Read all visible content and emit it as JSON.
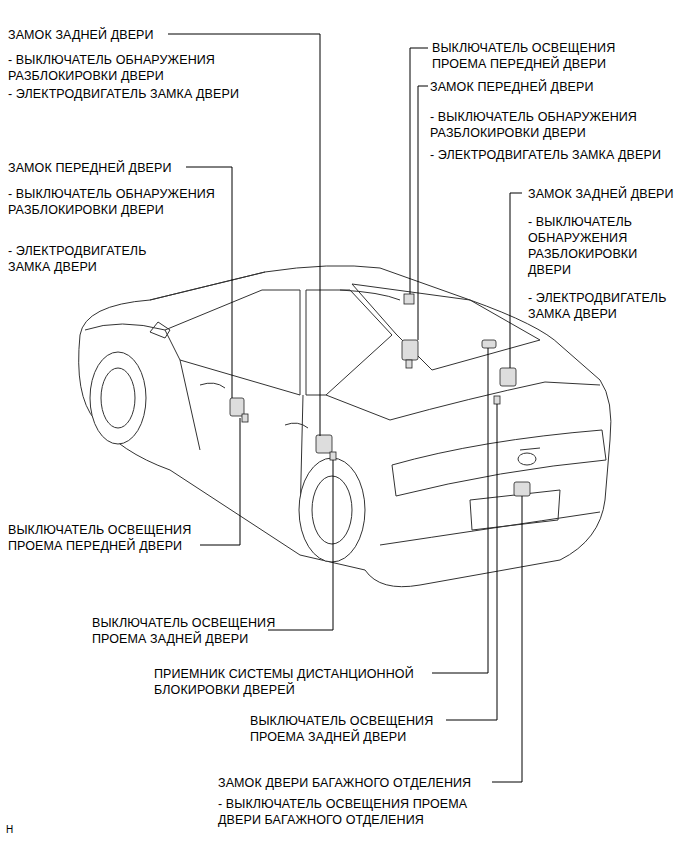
{
  "diagram": {
    "labels": [
      "ЗАМОК ЗАДНЕЙ ДВЕРИ",
      "- ВЫКЛЮЧАТЕЛЬ ОБНАРУЖЕНИЯ РАЗБЛОКИРОВКИ ДВЕРИ",
      "- ЭЛЕКТРОДВИГАТЕЛЬ ЗАМКА ДВЕРИ",
      "ВЫКЛЮЧАТЕЛЬ ОСВЕЩЕНИЯ ПРОЕМА ПЕРЕДНЕЙ ДВЕРИ",
      "ЗАМОК ПЕРЕДНЕЙ ДВЕРИ",
      "- ВЫКЛЮЧАТЕЛЬ ОБНАРУЖЕНИЯ РАЗБЛОКИРОВКИ ДВЕРИ",
      "- ЭЛЕКТРОДВИГАТЕЛЬ ЗАМКА ДВЕРИ",
      "ЗАМОК ЗАДНЕЙ ДВЕРИ",
      "- ВЫКЛЮЧАТЕЛЬ ОБНАРУЖЕНИЯ РАЗБЛОКИРОВКИ ДВЕРИ",
      "- ЭЛЕКТРОДВИГАТЕЛЬ ЗАМКА ДВЕРИ",
      "ЗАМОК ПЕРЕДНЕЙ ДВЕРИ",
      "- ВЫКЛЮЧАТЕЛЬ ОБНАРУЖЕНИЯ РАЗБЛОКИРОВКИ ДВЕРИ",
      "- ЭЛЕКТРОДВИГАТЕЛЬ ЗАМКА ДВЕРИ",
      "ВЫКЛЮЧАТЕЛЬ ОСВЕЩЕНИЯ ПРОЕМА ПЕРЕДНЕЙ ДВЕРИ",
      "ВЫКЛЮЧАТЕЛЬ ОСВЕЩЕНИЯ ПРОЕМА ЗАДНЕЙ ДВЕРИ",
      "ПРИЕМНИК СИСТЕМЫ ДИСТАНЦИОННОЙ БЛОКИРОВКИ ДВЕРЕЙ",
      "ВЫКЛЮЧАТЕЛЬ ОСВЕЩЕНИЯ ПРОЕМА ЗАДНЕЙ ДВЕРИ",
      "ЗАМОК ДВЕРИ БАГАЖНОГО ОТДЕЛЕНИЯ",
      "- ВЫКЛЮЧАТЕЛЬ ОСВЕЩЕНИЯ ПРОЕМА ДВЕРИ БАГАЖНОГО ОТДЕЛЕНИЯ",
      "H"
    ]
  }
}
